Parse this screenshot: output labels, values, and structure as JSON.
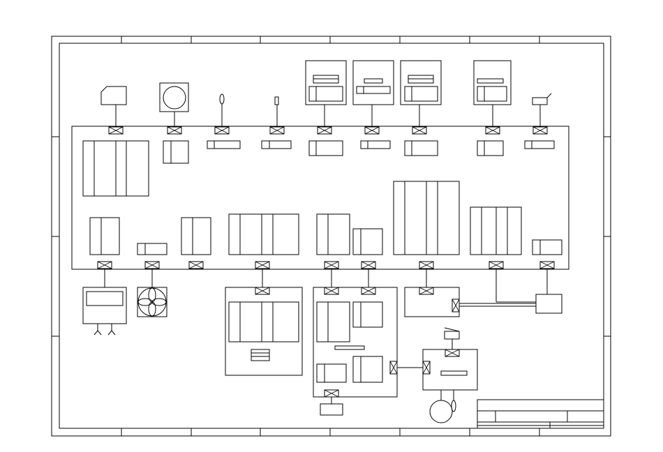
{
  "diagram": {
    "sheet": "wiring-layout",
    "title_block": {
      "fields": [
        "",
        "",
        "",
        ""
      ]
    },
    "colors": {
      "stroke": "#000000",
      "background": "#ffffff"
    },
    "components": [
      "camera",
      "speaker",
      "lamp",
      "antenna",
      "control-unit-1",
      "control-unit-2",
      "control-unit-3",
      "control-unit-4",
      "sensor-switch",
      "display-panel",
      "fan",
      "sub-module-1",
      "sub-module-2",
      "power-box",
      "battery",
      "motor"
    ]
  }
}
